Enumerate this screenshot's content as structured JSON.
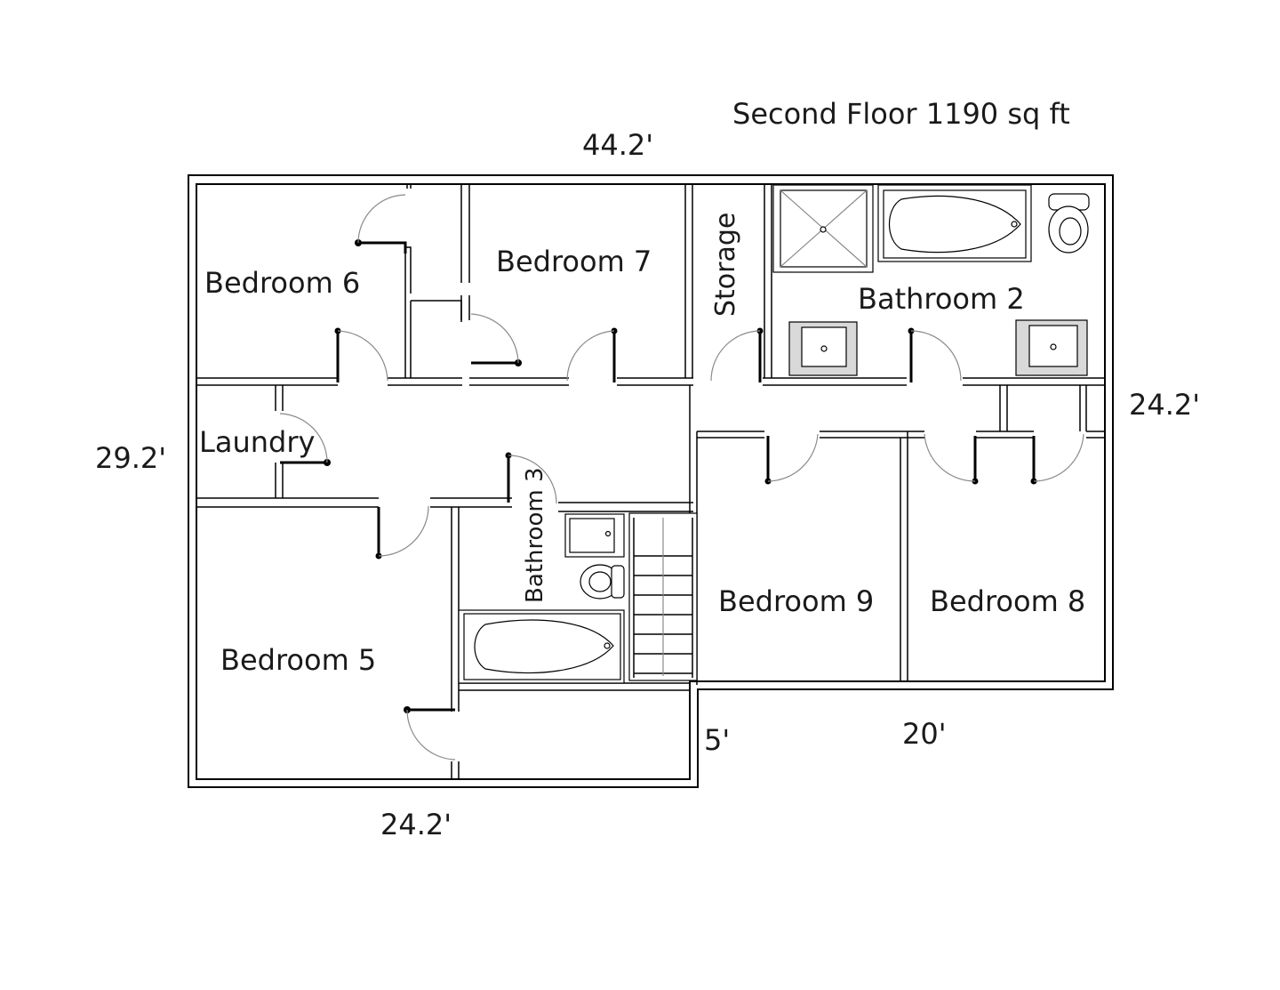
{
  "title": "Second Floor 1190 sq ft",
  "dimensions": {
    "top_width": "44.2'",
    "left_height": "29.2'",
    "right_height": "24.2'",
    "bottom_left_width": "24.2'",
    "step_offset": "5'",
    "bottom_right_width": "20'"
  },
  "rooms": {
    "bedroom_6": "Bedroom 6",
    "bedroom_7": "Bedroom 7",
    "storage": "Storage",
    "bathroom_2": "Bathroom 2",
    "laundry": "Laundry",
    "bathroom_3": "Bathroom 3",
    "bedroom_5": "Bedroom 5",
    "bedroom_9": "Bedroom 9",
    "bedroom_8": "Bedroom 8"
  }
}
